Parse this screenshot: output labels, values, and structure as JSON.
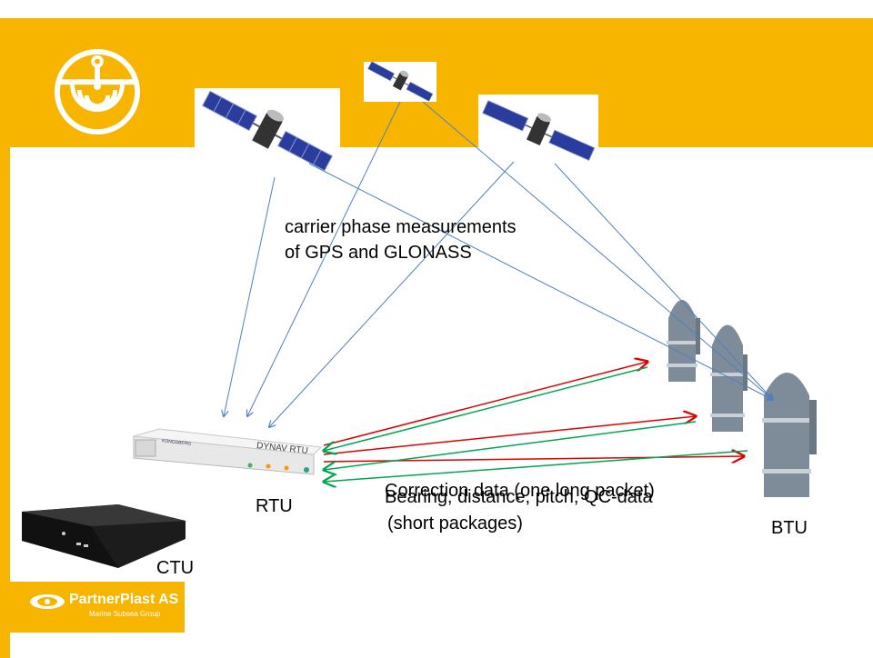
{
  "diagram": {
    "caption_line1": "carrier phase measurements",
    "caption_line2": "of GPS and GLONASS",
    "rtu_label": "RTU",
    "btu_label": "BTU",
    "ctu_label": "CTU",
    "correction_text": "Correction data (one long packet)",
    "bearing_text": "Bearing, distance, pitch, QC-data",
    "short_packages_text": "(short packages)",
    "rtu_device_text": "DYNAV RTU",
    "rtu_brand_text": "KONGSBERG"
  },
  "footer": {
    "company": "PartnerPlast AS",
    "tagline": "Marine Subsea Group"
  },
  "colors": {
    "banner": "#f7b500",
    "gps_lines": "#4f81bd",
    "correction_arrows": "#e00000",
    "data_arrows": "#00a651"
  },
  "icons": [
    "company-logo-icon",
    "satellite-icon",
    "transponder-icon",
    "rtu-unit-icon",
    "ctu-unit-icon",
    "partnerplast-logo-icon"
  ]
}
